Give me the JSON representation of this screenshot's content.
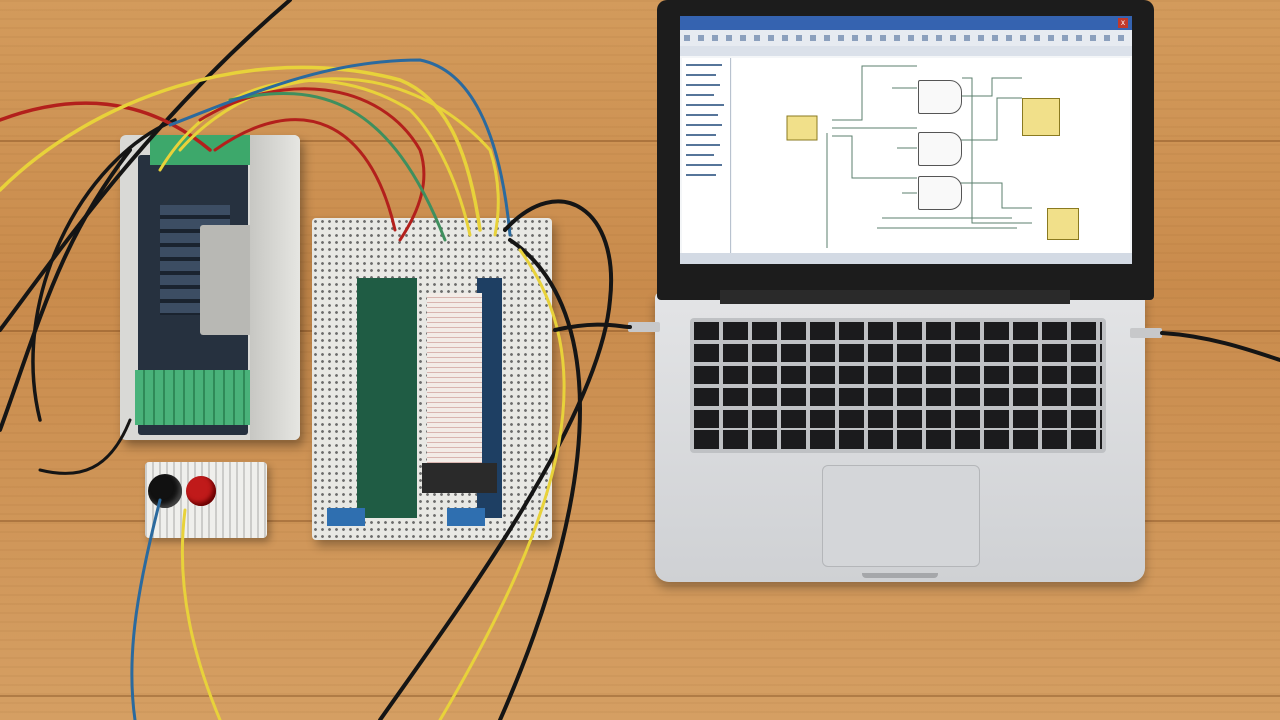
{
  "scene": {
    "description_items": [
      "plc-controller",
      "breadboard",
      "push-button-box",
      "laptop"
    ],
    "colors": {
      "table_wood": "#d39b5c",
      "wire_black": "#151515",
      "wire_red": "#b3201c",
      "wire_yellow": "#e8d23a",
      "wire_green": "#3f8f5e",
      "wire_blue": "#2b6a9e",
      "screen_window_accent": "#3563b0",
      "function_block_fill": "#f1e08a"
    }
  },
  "laptop": {
    "app": {
      "title": "",
      "close_glyph": "x",
      "status_items": [
        "",
        "",
        "",
        ""
      ]
    }
  }
}
